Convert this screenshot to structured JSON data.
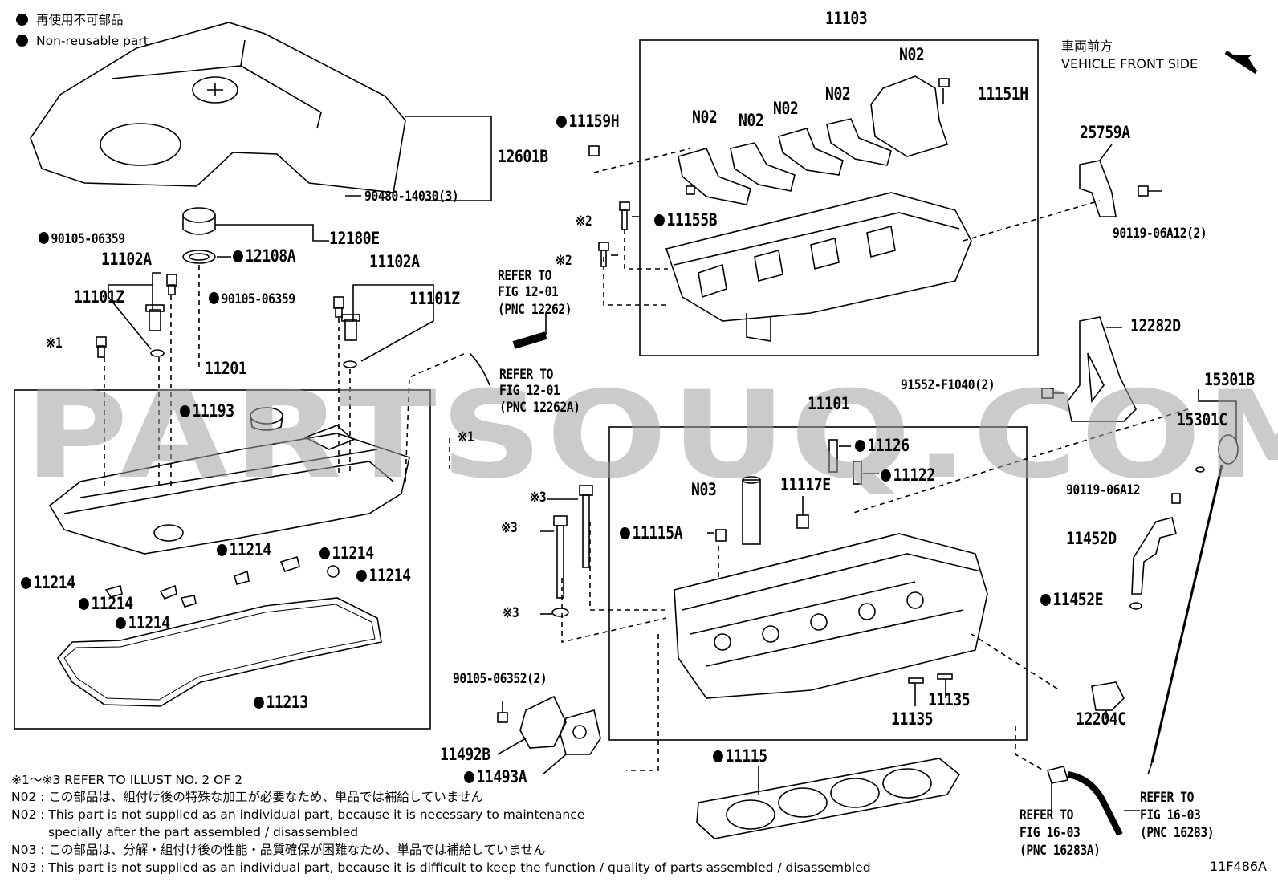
{
  "legend": {
    "line1": "再使用不可部品",
    "line2": "Non-reusable part"
  },
  "vehicle_front": {
    "jp": "車両前方",
    "en": "VEHICLE FRONT SIDE"
  },
  "watermark": "PARTSOUQ.COM",
  "diagram_code": "11F486A",
  "labels": {
    "p11103": "11103",
    "p11151H": "11151H",
    "n02_a": "N02",
    "n02_b": "N02",
    "n02_c": "N02",
    "n02_d": "N02",
    "n02_e": "N02",
    "p11159H": "11159H",
    "p12601B": "12601B",
    "p90480": "90480-14030(3)",
    "p25759A": "25759A",
    "p12180E": "12180E",
    "p12108A": "12108A",
    "p90105_1": "90105-06359",
    "p11155B": "11155B",
    "ref2a": "※2",
    "ref2b": "※2",
    "p90119_2": "90119-06A12(2)",
    "p11102A_l": "11102A",
    "p11102A_r": "11102A",
    "p11101Z_l": "11101Z",
    "p11101Z_r": "11101Z",
    "p90105_2": "90105-06359",
    "refer1_1": "REFER TO",
    "refer1_2": "FIG 12-01",
    "refer1_3": "(PNC 12262)",
    "p12282D": "12282D",
    "ref1a": "※1",
    "p11201": "11201",
    "refer2_1": "REFER TO",
    "refer2_2": "FIG 12-01",
    "refer2_3": "(PNC 12262A)",
    "p91552": "91552-F1040(2)",
    "p15301B": "15301B",
    "p11193": "11193",
    "p11101": "11101",
    "ref1b": "※1",
    "p15301C": "15301C",
    "p11126": "11126",
    "p11122": "11122",
    "n03": "N03",
    "p11117E": "11117E",
    "ref3a": "※3",
    "p90119_1": "90119-06A12",
    "ref3b": "※3",
    "p11115A": "11115A",
    "p11452D": "11452D",
    "p11214_a": "11214",
    "p11214_b": "11214",
    "p11214_c": "11214",
    "p11214_d": "11214",
    "p11214_e": "11214",
    "p11214_f": "11214",
    "ref3c": "※3",
    "p11452E": "11452E",
    "p11135_a": "11135",
    "p11135_b": "11135",
    "p11213": "11213",
    "p12204C": "12204C",
    "p90105_3": "90105-06352(2)",
    "p11492B": "11492B",
    "p11115": "11115",
    "p11493A": "11493A",
    "refer3_1": "REFER TO",
    "refer3_2": "FIG 16-03",
    "refer3_3": "(PNC 16283)",
    "refer4_1": "REFER TO",
    "refer4_2": "FIG 16-03",
    "refer4_3": "(PNC 16283A)"
  },
  "notes": {
    "n1": "※1～※3  REFER TO ILLUST NO. 2 OF 2",
    "n2": "N02 : この部品は、組付け後の特殊な加工が必要なため、単品では補給していません",
    "n3": "N02 : This part is not supplied as an individual part, because it is necessary to maintenance",
    "n4": "specially after the part assembled / disassembled",
    "n5": "N03 : この部品は、分解・組付け後の性能・品質確保が困難なため、単品では補給していません",
    "n6": "N03 : This part is not supplied as an individual part, because it is difficult to keep the function / quality of parts  assembled / disassembled"
  }
}
